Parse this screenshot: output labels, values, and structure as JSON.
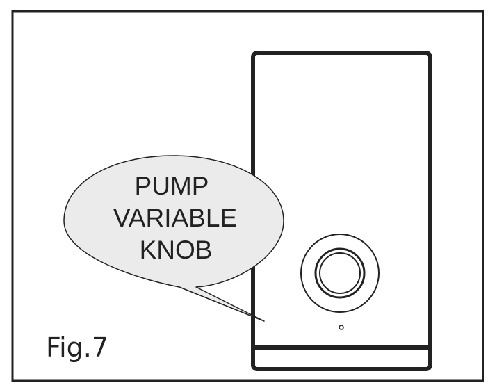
{
  "callout": {
    "line1": "PUMP",
    "line2": "VARIABLE",
    "line3": "KNOB"
  },
  "figure_label": "Fig.7",
  "colors": {
    "ink": "#222222",
    "bubble_fill": "#ebebeb",
    "background": "#ffffff"
  }
}
